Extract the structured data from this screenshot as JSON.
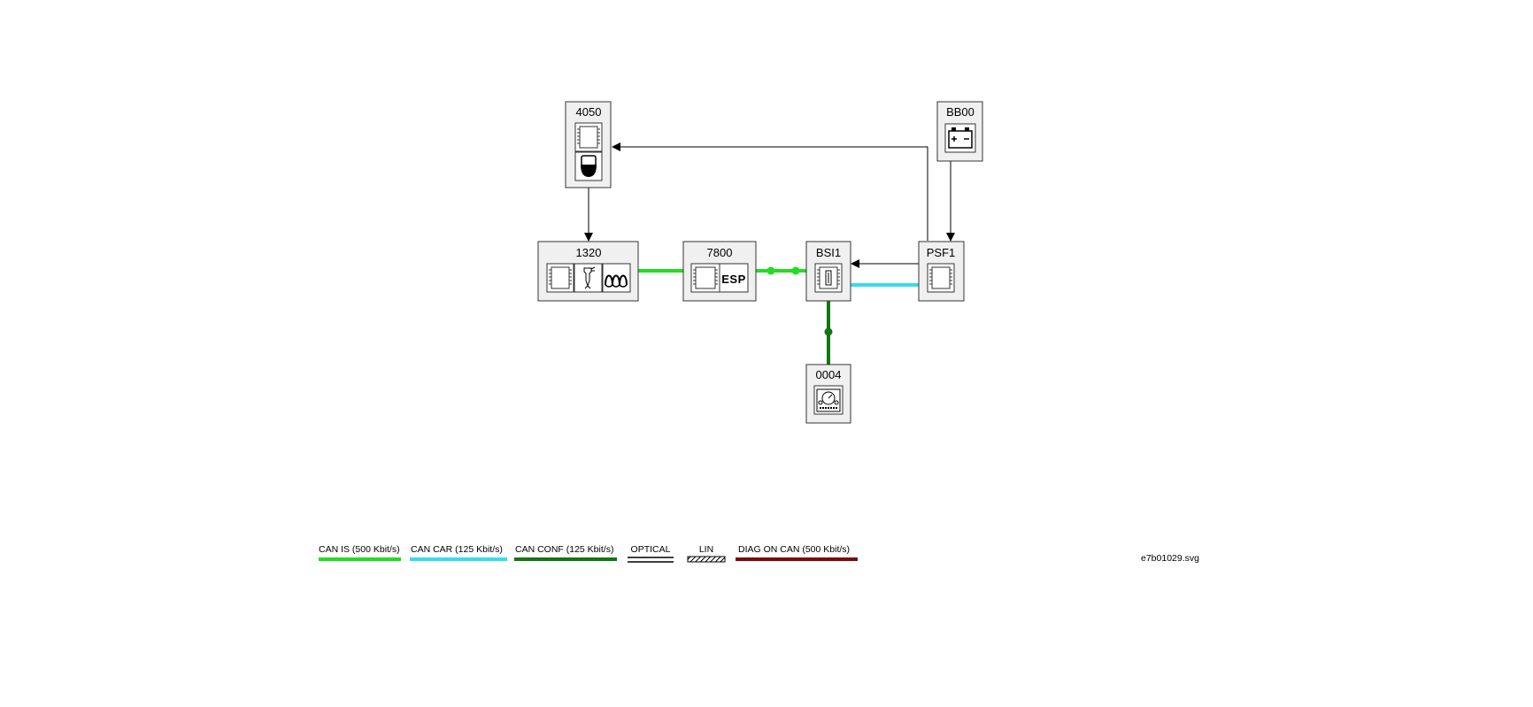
{
  "nodes": {
    "n4050": {
      "label": "4050",
      "icons": [
        "ecu-chip-icon",
        "reservoir-icon"
      ]
    },
    "nBB00": {
      "label": "BB00",
      "icons": [
        "battery-icon"
      ]
    },
    "n1320": {
      "label": "1320",
      "icons": [
        "ecu-chip-icon",
        "injector-icon",
        "glow-coil-icon"
      ]
    },
    "n7800": {
      "label": "7800",
      "icons": [
        "ecu-chip-icon",
        "esp-icon"
      ],
      "esp_text": "ESP"
    },
    "nBSI1": {
      "label": "BSI1",
      "icons": [
        "fused-chip-icon"
      ]
    },
    "nPSF1": {
      "label": "PSF1",
      "icons": [
        "ecu-chip-icon"
      ]
    },
    "n0004": {
      "label": "0004",
      "icons": [
        "instrument-panel-icon"
      ]
    }
  },
  "connections": [
    {
      "from": "1320",
      "to": "7800",
      "type": "CAN IS"
    },
    {
      "from": "7800",
      "to": "BSI1",
      "type": "CAN IS"
    },
    {
      "from": "BSI1",
      "to": "PSF1",
      "type": "CAN CAR"
    },
    {
      "from": "BSI1",
      "to": "0004",
      "type": "CAN CONF"
    },
    {
      "from": "4050",
      "to": "1320",
      "type": "wire"
    },
    {
      "from": "PSF1",
      "to": "4050",
      "type": "wire"
    },
    {
      "from": "BB00",
      "to": "PSF1",
      "type": "wire"
    },
    {
      "from": "PSF1",
      "to": "BSI1",
      "type": "wire"
    }
  ],
  "legend": [
    {
      "label": "CAN IS (500 Kbit/s)",
      "color": "#22dd22",
      "style": "solid"
    },
    {
      "label": "CAN CAR (125 Kbit/s)",
      "color": "#33ddee",
      "style": "solid"
    },
    {
      "label": "CAN CONF (125 Kbit/s)",
      "color": "#117711",
      "style": "solid"
    },
    {
      "label": "OPTICAL",
      "color": "#000000",
      "style": "double"
    },
    {
      "label": "LIN",
      "color": "#000000",
      "style": "hatched"
    },
    {
      "label": "DIAG ON CAN  (500 Kbit/s)",
      "color": "#7a0a0a",
      "style": "solid"
    }
  ],
  "filename": "e7b01029.svg",
  "colors": {
    "can_is": "#22dd22",
    "can_car": "#33ddee",
    "can_conf": "#117711",
    "diag": "#7a0a0a"
  }
}
